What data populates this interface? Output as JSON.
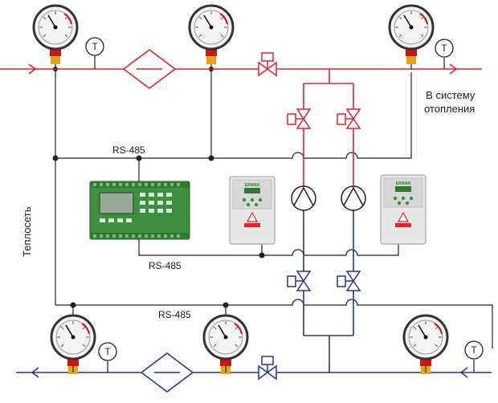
{
  "labels": {
    "to_heating_line1": "В систему",
    "to_heating_line2": "отопления",
    "heat_network": "Теплосеть",
    "rs485_top": "RS-485",
    "rs485_mid": "RS-485",
    "rs485_bottom": "RS-485",
    "temp_symbol": "T"
  },
  "vfd": {
    "brand": "ERMAN"
  },
  "colors": {
    "supply": "#e8202a",
    "return": "#2b3593",
    "signal": "#222222",
    "controller": "#3e8f40",
    "vfd_body": "#e6e6e6"
  },
  "icons": {
    "pressure_gauge": "pressure-gauge-icon",
    "temperature_sensor": "temperature-sensor-icon",
    "heat_exchanger": "heat-exchanger-icon",
    "control_valve": "control-valve-icon",
    "pump": "pump-icon",
    "shutoff_valve": "shutoff-valve-icon"
  }
}
